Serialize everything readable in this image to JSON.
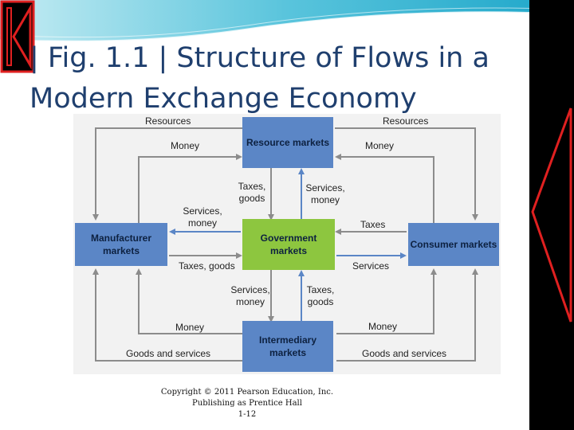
{
  "title": {
    "line1": "| Fig. 1.1 | Structure of Flows in a",
    "line2": "Modern Exchange Economy"
  },
  "diagram": {
    "boxes": {
      "resource": "Resource markets",
      "government": "Government markets",
      "manufacturer": "Manufacturer markets",
      "consumer": "Consumer markets",
      "intermediary": "Intermediary markets"
    },
    "labels": {
      "resources_left": "Resources",
      "resources_right": "Resources",
      "money_top_left": "Money",
      "money_top_right": "Money",
      "taxes_goods_top": "Taxes, goods",
      "services_money_top": "Services, money",
      "services_money_left": "Services, money",
      "taxes_right": "Taxes",
      "taxes_goods_left": "Taxes, goods",
      "services_right": "Services",
      "services_money_bottom": "Services, money",
      "taxes_goods_bottom": "Taxes, goods",
      "money_bottom_left": "Money",
      "money_bottom_right": "Money",
      "goods_services_left": "Goods and services",
      "goods_services_right": "Goods and services"
    },
    "colors": {
      "market_box": "#5b86c6",
      "government_box": "#8dc63f",
      "flow_line": "#8c8c8c",
      "government_flow_line": "#5b86c6"
    }
  },
  "footer": {
    "line1": "Copyright © 2011 Pearson Education, Inc.",
    "line2": "Publishing as Prentice Hall",
    "line3": "1-12"
  },
  "nav": {
    "first_icon": "first-slide-icon",
    "next_icon": "next-slide-icon"
  }
}
